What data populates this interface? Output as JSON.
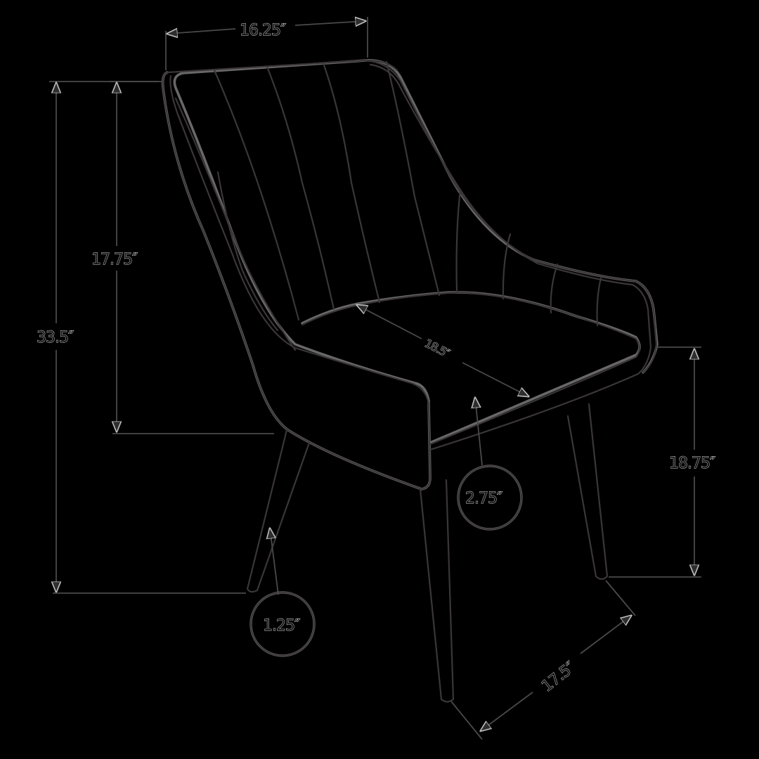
{
  "diagram": {
    "subject": "Upholstered channel-back dining chair dimension drawing",
    "background_color": "#000000",
    "line_color": "#3b3638",
    "dimensions": {
      "back_width": "16.25″",
      "overall_height": "33.5″",
      "back_height": "17.75″",
      "seat_depth": "18.5″",
      "seat_height": "18.75″",
      "seat_thickness": "2.75″",
      "leg_width": "1.25″",
      "leg_span": "17.5″"
    }
  }
}
